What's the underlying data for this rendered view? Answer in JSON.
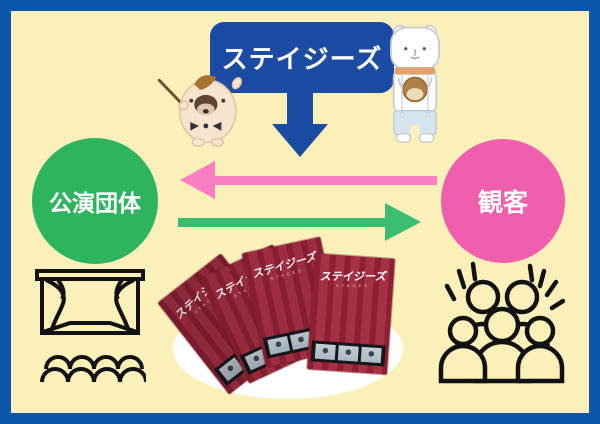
{
  "diagram": {
    "title": "ステイジーズ",
    "left_node_label": "公演団体",
    "right_node_label": "観客",
    "flyer": {
      "logo": "ステイジーズ",
      "subtitle": "STAGES"
    }
  },
  "icons": {
    "down_arrow": "blue arrow from ステイジーズ to exchange",
    "left_arrow": "pink arrow from 観客 to 公演団体",
    "right_arrow": "green arrow from 公演団体 to 観客",
    "dog_mascot": "small cream mascot with baton",
    "bear_mascot": "white bear mascot holding bread",
    "theater_stage_icon": "stage with curtains and audience",
    "audience_group_icon": "group of five people cheering",
    "flyer_fan": "fan of four red ステイジーズ pamphlets"
  },
  "colors": {
    "background": "#fbf0ba",
    "border": "#0d57ab",
    "panel_blue": "#1b4ba2",
    "green_circle": "#2eb35f",
    "pink_circle": "#ef5fae",
    "green_arrow": "#3dbd72",
    "pink_arrow": "#fb7ec2",
    "flyer_red": "#a63044",
    "icon_black": "#121212"
  }
}
